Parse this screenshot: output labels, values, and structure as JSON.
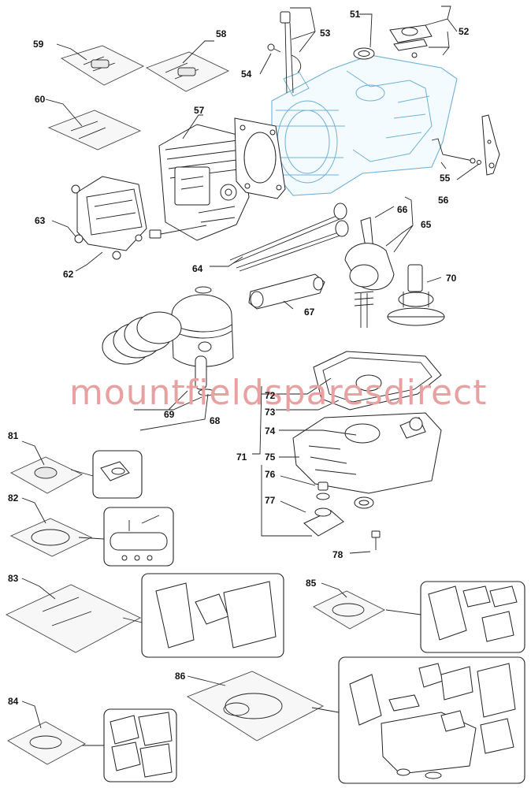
{
  "watermark": "mountfieldsparesdirect",
  "callouts": [
    {
      "id": "51",
      "label": "51"
    },
    {
      "id": "52",
      "label": "52"
    },
    {
      "id": "53",
      "label": "53"
    },
    {
      "id": "54",
      "label": "54"
    },
    {
      "id": "55",
      "label": "55"
    },
    {
      "id": "56",
      "label": "56"
    },
    {
      "id": "57",
      "label": "57"
    },
    {
      "id": "58",
      "label": "58"
    },
    {
      "id": "59",
      "label": "59"
    },
    {
      "id": "60",
      "label": "60"
    },
    {
      "id": "62",
      "label": "62"
    },
    {
      "id": "63",
      "label": "63"
    },
    {
      "id": "64",
      "label": "64"
    },
    {
      "id": "65",
      "label": "65"
    },
    {
      "id": "66",
      "label": "66"
    },
    {
      "id": "67",
      "label": "67"
    },
    {
      "id": "68",
      "label": "68"
    },
    {
      "id": "69",
      "label": "69"
    },
    {
      "id": "70",
      "label": "70"
    },
    {
      "id": "71",
      "label": "71"
    },
    {
      "id": "72",
      "label": "72"
    },
    {
      "id": "73",
      "label": "73"
    },
    {
      "id": "74",
      "label": "74"
    },
    {
      "id": "75",
      "label": "75"
    },
    {
      "id": "76",
      "label": "76"
    },
    {
      "id": "77",
      "label": "77"
    },
    {
      "id": "78",
      "label": "78"
    },
    {
      "id": "81",
      "label": "81"
    },
    {
      "id": "82",
      "label": "82"
    },
    {
      "id": "83",
      "label": "83"
    },
    {
      "id": "84",
      "label": "84"
    },
    {
      "id": "85",
      "label": "85"
    },
    {
      "id": "86",
      "label": "86"
    }
  ],
  "colors": {
    "crankcase_outline": "#6fb0d8",
    "watermark": "#e8a0a0",
    "line": "#222222",
    "background": "#ffffff"
  }
}
